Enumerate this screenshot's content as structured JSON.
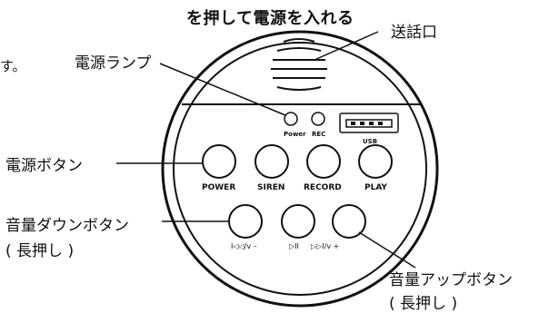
{
  "heading": "を押して電源を入れる",
  "fragment_left": "す。",
  "callouts": {
    "mic": "送話口",
    "power_lamp": "電源ランプ",
    "power_button": "電源ボタン",
    "volume_down_line1": "音量ダウンボタン",
    "volume_down_line2": "( 長押し )",
    "volume_up_line1": "音量アップボタン",
    "volume_up_line2": "( 長押し )"
  },
  "panel": {
    "indicators": {
      "power": "Power",
      "rec": "REC"
    },
    "usb_label": "USB",
    "buttons": {
      "power": "POWER",
      "siren": "SIREN",
      "record": "RECORD",
      "play": "PLAY"
    },
    "controls": {
      "prev_voldown": "I◁◁/v –",
      "play_pause": "▷II",
      "next_volup": "▷▷I/v +"
    }
  },
  "colors": {
    "ink": "#111111",
    "background": "#ffffff"
  },
  "icons": [
    "speaker-grille-icon",
    "usb-port-icon"
  ]
}
